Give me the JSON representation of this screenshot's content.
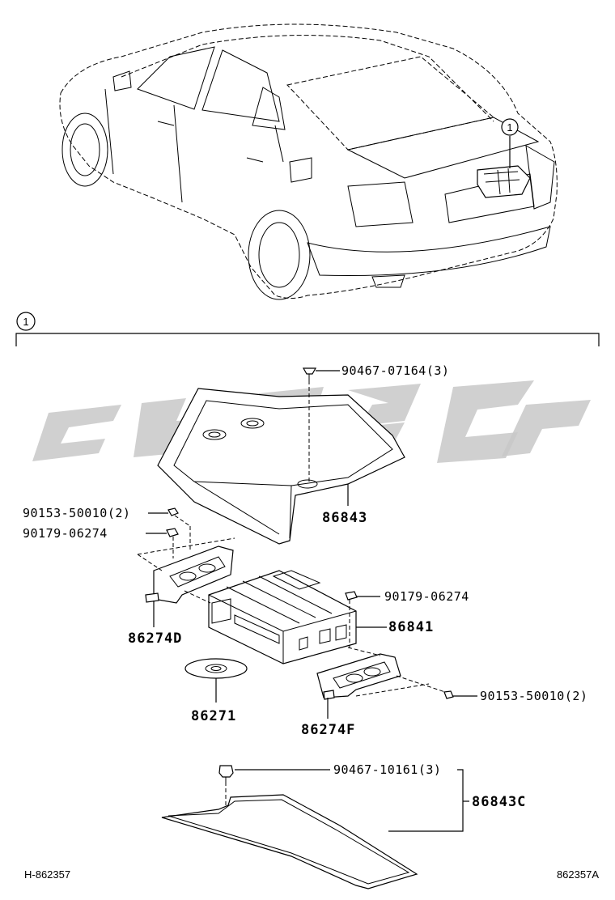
{
  "diagram": {
    "callout_number": "1",
    "section_number": "1",
    "parts": {
      "screw_top": "90467-07164(3)",
      "case_cover": "86843",
      "screw_left": "90153-50010(2)",
      "nut_left": "90179-06274",
      "nut_right": "90179-06274",
      "changer": "86841",
      "bracket_left": "86274D",
      "disc": "86271",
      "screw_right": "90153-50010(2)",
      "bracket_right": "86274F",
      "clip_bottom": "90467-10161(3)",
      "cover_sub": "86843C"
    },
    "ref_left": "H-862357",
    "ref_right": "862357A"
  }
}
